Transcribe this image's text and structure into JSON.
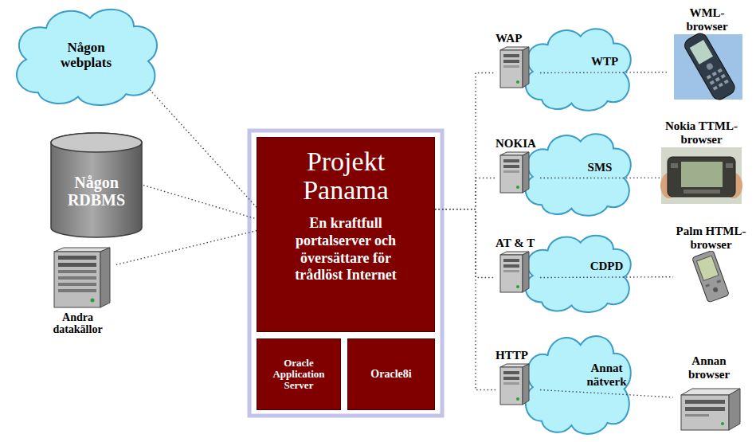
{
  "diagram": {
    "nodes": [
      {
        "text": [
          "Någon webplats"
        ]
      },
      {
        "text": [
          "Någon RDBMS"
        ]
      },
      {
        "text": [
          "Andra datakällor"
        ]
      },
      {
        "text": [
          "Projekt Panama",
          "En kraftfull portalserver och översättare för trådlöst Internet"
        ]
      },
      {
        "text": [
          "Oracle Application Server"
        ]
      },
      {
        "text": [
          "Oracle8i"
        ]
      },
      {
        "text": [
          "WAP"
        ]
      },
      {
        "text": [
          "WML-browser"
        ]
      },
      {
        "text": [
          "NOKIA"
        ]
      },
      {
        "text": [
          "Nokia TTML-browser"
        ]
      },
      {
        "text": [
          "AT & T"
        ]
      },
      {
        "text": [
          "Palm HTML-browser"
        ]
      },
      {
        "text": [
          "HTTP"
        ]
      },
      {
        "text": [
          "Annan browser"
        ]
      }
    ],
    "edges": [
      {
        "from": 0,
        "to": 3,
        "arrow": "none"
      },
      {
        "from": 1,
        "to": 3,
        "arrow": "none"
      },
      {
        "from": 2,
        "to": 3,
        "arrow": "none"
      },
      {
        "from": 3,
        "to": 6,
        "arrow": "none"
      },
      {
        "from": 3,
        "to": 8,
        "arrow": "none"
      },
      {
        "from": 3,
        "to": 10,
        "arrow": "none"
      },
      {
        "from": 3,
        "to": 12,
        "arrow": "none"
      },
      {
        "from": 6,
        "to": 7,
        "label": "WTP",
        "arrow": "none"
      },
      {
        "from": 8,
        "to": 9,
        "label": "SMS",
        "arrow": "none"
      },
      {
        "from": 10,
        "to": 11,
        "label": "CDPD",
        "arrow": "none"
      },
      {
        "from": 12,
        "to": 13,
        "label": "Annat nätverk",
        "arrow": "none"
      }
    ]
  }
}
